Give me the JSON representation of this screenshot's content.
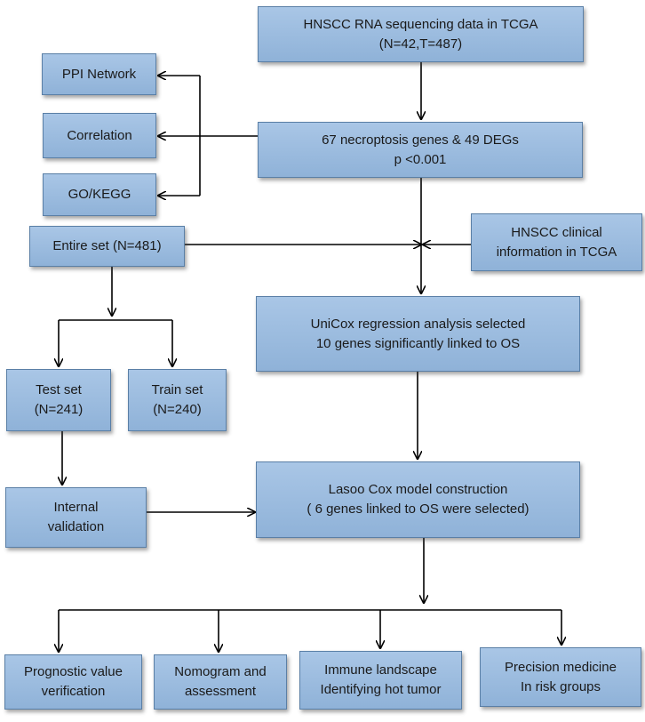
{
  "boxes": {
    "hnscc_rna": [
      "HNSCC RNA sequencing data in TCGA",
      "(N=42,T=487)"
    ],
    "ppi": [
      "PPI Network"
    ],
    "correlation": [
      "Correlation"
    ],
    "gokegg": [
      "GO/KEGG"
    ],
    "necro": [
      "67 necroptosis genes & 49 DEGs",
      "p <0.001"
    ],
    "entire": [
      "Entire set (N=481)"
    ],
    "clinical": [
      "HNSCC clinical",
      "information in TCGA"
    ],
    "unicox": [
      "UniCox regression analysis selected",
      "10 genes significantly linked to OS"
    ],
    "test": [
      "Test set",
      "(N=241)"
    ],
    "train": [
      "Train set",
      "(N=240)"
    ],
    "lasso": [
      "Lasoo Cox model construction",
      "( 6 genes linked to OS were selected)"
    ],
    "internal": [
      "Internal",
      "validation"
    ],
    "prognostic": [
      "Prognostic value",
      "verification"
    ],
    "nomogram": [
      "Nomogram and",
      "assessment"
    ],
    "immune": [
      "Immune landscape",
      "Identifying hot tumor"
    ],
    "precision": [
      "Precision medicine",
      "In risk groups"
    ]
  },
  "colors": {
    "box_fill": "#9dbde0",
    "box_border": "#5a7fa6",
    "line": "#000000"
  }
}
